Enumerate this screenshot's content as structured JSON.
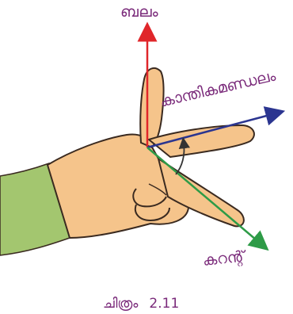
{
  "labels": {
    "force": "ബലം",
    "magnetic_field": "കാന്തികമണ്ഡലം",
    "current": "കറന്റ്"
  },
  "caption": {
    "prefix": "ചിത്രം",
    "number": "2.11"
  },
  "colors": {
    "force_arrow": "#e0262a",
    "field_arrow": "#2b3590",
    "current_arrow": "#2e9b47",
    "hand_fill": "#f5c48b",
    "hand_outline": "#3a2a20",
    "sleeve": "#a3c66f",
    "text": "#7a2a7a"
  },
  "icons": {
    "rotation": "curved-arrow-icon"
  }
}
